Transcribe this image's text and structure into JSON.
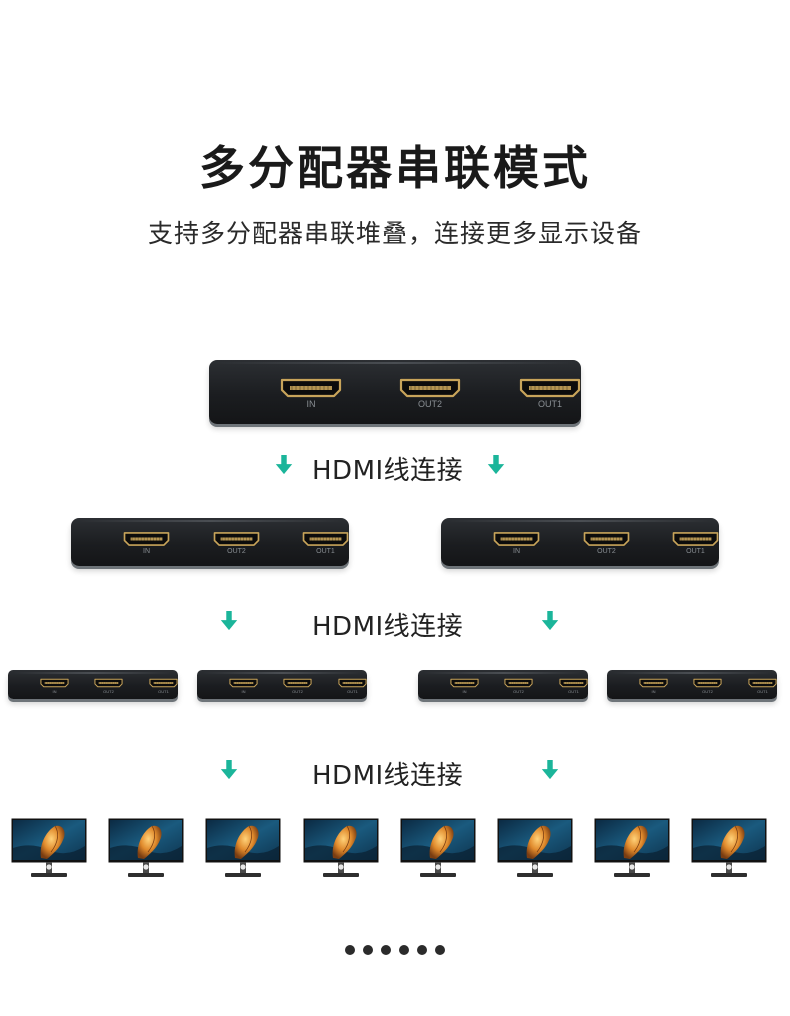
{
  "header": {
    "title": "多分配器串联模式",
    "subtitle": "支持多分配器串联堆叠，连接更多显示设备"
  },
  "connection_label": "HDMI线连接",
  "ports": {
    "in": "IN",
    "out2": "OUT2",
    "out1": "OUT1"
  },
  "colors": {
    "arrow": "#1bb59a",
    "port_gold": "#c8a45a",
    "box": "#1c1e21"
  },
  "icons": {
    "arrow": "arrow-down-icon",
    "monitor": "monitor-icon"
  },
  "pagination_dots": 6
}
